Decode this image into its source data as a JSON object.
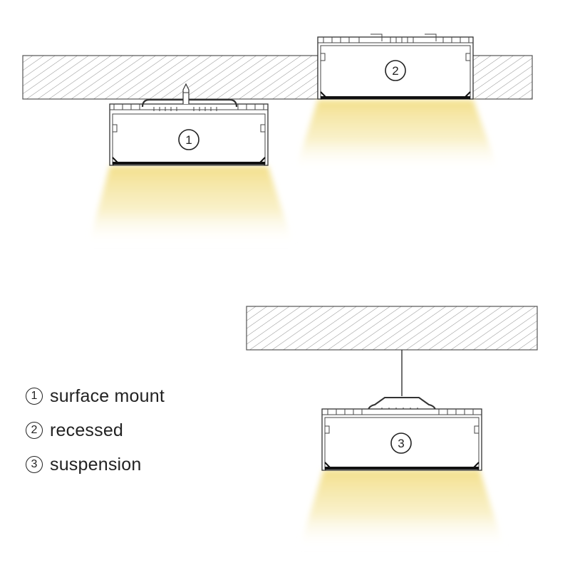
{
  "legend": [
    {
      "marker": "1",
      "label": "surface mount"
    },
    {
      "marker": "2",
      "label": "recessed"
    },
    {
      "marker": "3",
      "label": "suspension"
    }
  ],
  "profiles": [
    {
      "marker": "1",
      "mount": "surface mount"
    },
    {
      "marker": "2",
      "mount": "recessed"
    },
    {
      "marker": "3",
      "mount": "suspension"
    }
  ],
  "colors": {
    "hatch": "#8a8a8a",
    "outline": "#333333",
    "profile_fill": "#ffffff",
    "diffuser": "#111111",
    "light": "#f6e9a8"
  }
}
